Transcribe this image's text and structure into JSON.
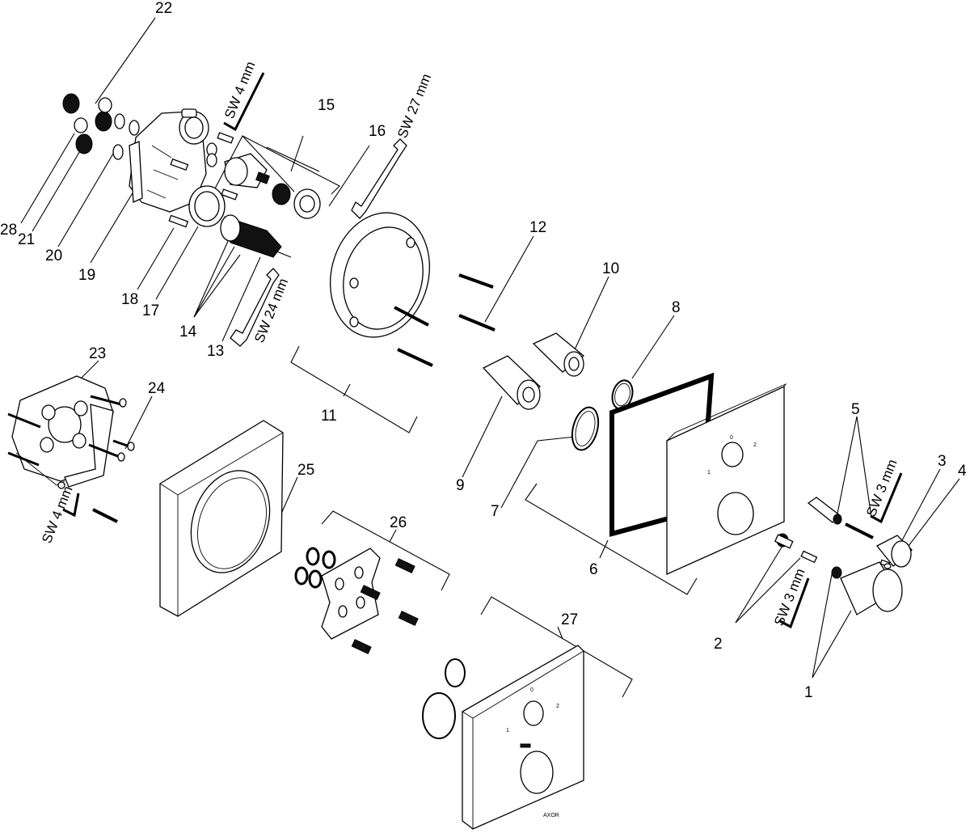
{
  "diagram": {
    "callouts": [
      "1",
      "2",
      "3",
      "4",
      "5",
      "6",
      "7",
      "8",
      "9",
      "10",
      "11",
      "12",
      "13",
      "14",
      "15",
      "16",
      "17",
      "18",
      "19",
      "20",
      "21",
      "22",
      "23",
      "24",
      "25",
      "26",
      "27",
      "28"
    ],
    "tool_labels": {
      "sw4_top": "SW 4 mm",
      "sw27": "SW 27 mm",
      "sw24": "SW 24 mm",
      "sw4_left": "SW 4 mm",
      "sw3_upper": "SW 3 mm",
      "sw3_lower": "SW 3 mm"
    },
    "plate_marks": {
      "dial_top": "0",
      "mark_2": "2",
      "mark_1": "1",
      "brand": "AXOR"
    }
  }
}
